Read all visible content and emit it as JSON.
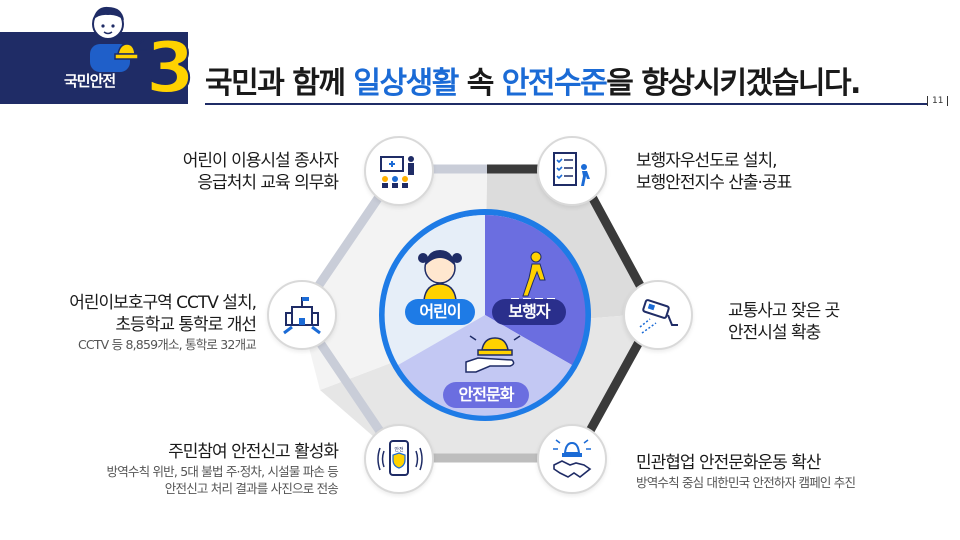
{
  "header": {
    "badge_label": "국민안전",
    "badge_number": "3",
    "title_parts": [
      "국민과 함께 ",
      "일상생활",
      " 속 ",
      "안전수준",
      "을 향상시키겠습니다."
    ],
    "page_number": "11"
  },
  "center": {
    "child_label": "어린이",
    "pedestrian_label": "보행자",
    "culture_label": "안전문화"
  },
  "items": {
    "top_left": {
      "line1": "어린이 이용시설 종사자",
      "line2": "응급처치 교육 의무화"
    },
    "mid_left": {
      "line1": "어린이보호구역 CCTV 설치,",
      "line2": "초등학교 통학로 개선",
      "sub": "CCTV 등 8,859개소, 통학로 32개교"
    },
    "bottom_left": {
      "line1": "주민참여 안전신고 활성화",
      "sub1": "방역수칙 위반, 5대 불법 주·정차, 시설물 파손 등",
      "sub2": "안전신고 처리 결과를 사진으로 전송"
    },
    "top_right": {
      "line1": "보행자우선도로 설치,",
      "line2": "보행안전지수 산출·공표"
    },
    "mid_right": {
      "line1": "교통사고 잦은 곳",
      "line2": "안전시설 확충"
    },
    "bottom_right": {
      "line1": "민관협업 안전문화운동 확산",
      "sub": "방역수칙 중심 대한민국 안전하자 캠페인 추진"
    }
  },
  "phone_text": "안전",
  "colors": {
    "navy": "#1f2c66",
    "yellow": "#ffd200",
    "blue": "#1b6bd6",
    "child_blue": "#1e7be6",
    "ped_purple": "#6b6ee0",
    "culture_lav": "#aeb6f0"
  },
  "icons": {
    "top_left": "classroom-icon",
    "mid_left": "school-icon",
    "bottom_left": "phone-report-icon",
    "top_right": "checklist-walker-icon",
    "mid_right": "cctv-icon",
    "bottom_right": "handshake-siren-icon"
  }
}
